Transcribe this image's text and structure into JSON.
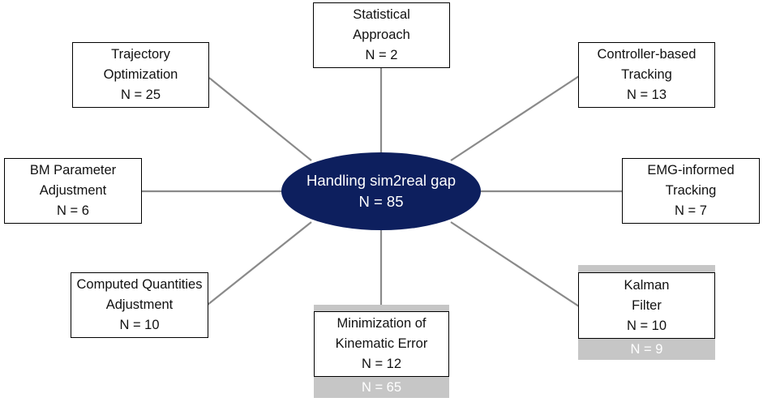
{
  "center": {
    "title": "Handling sim2real gap",
    "count": "N = 85"
  },
  "nodes": {
    "statistical": {
      "line1": "Statistical",
      "line2": "Approach",
      "count": "N = 2"
    },
    "trajectory": {
      "line1": "Trajectory",
      "line2": "Optimization",
      "count": "N = 25"
    },
    "controller": {
      "line1": "Controller-based",
      "line2": "Tracking",
      "count": "N = 13"
    },
    "bm_param": {
      "line1": "BM Parameter",
      "line2": "Adjustment",
      "count": "N = 6"
    },
    "emg": {
      "line1": "EMG-informed",
      "line2": "Tracking",
      "count": "N = 7"
    },
    "computed": {
      "line1": "Computed Quantities",
      "line2": "Adjustment",
      "count": "N = 10"
    },
    "kinematic": {
      "line1": "Minimization of",
      "line2": "Kinematic Error",
      "count": "N = 12",
      "extra_count": "N = 65"
    },
    "kalman": {
      "line1": "Kalman",
      "line2": "Filter",
      "count": "N = 10",
      "extra_count": "N = 9"
    }
  },
  "colors": {
    "center_fill": "#0d1f5e",
    "connector": "#8a8a8a",
    "extra_band": "#c6c6c6"
  }
}
